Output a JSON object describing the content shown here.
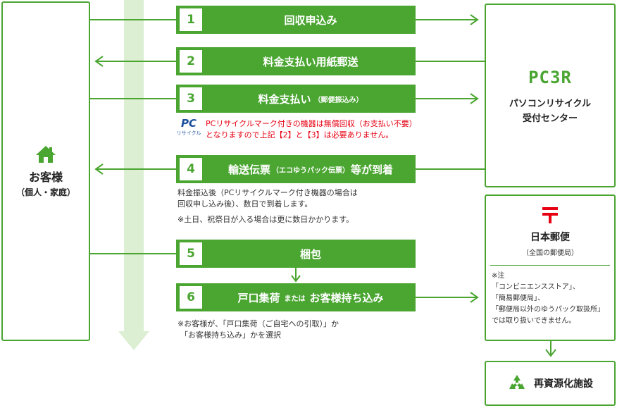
{
  "customer": {
    "title": "お客様",
    "subtitle": "（個人・家庭）"
  },
  "pc3r": {
    "logo": "PC3R",
    "line1": "パソコンリサイクル",
    "line2": "受付センター"
  },
  "post": {
    "title": "日本郵便",
    "subtitle": "（全国の郵便局）",
    "notes": [
      "※注",
      "「コンビニエンスストア」、",
      "「簡易郵便局」、",
      "「郵便局以外のゆうパック取扱所」",
      "では取り扱いできません。"
    ]
  },
  "recycle": {
    "label": "再資源化施設"
  },
  "steps": [
    {
      "num": "1",
      "label": "回収申込み"
    },
    {
      "num": "2",
      "label": "料金支払い用紙郵送"
    },
    {
      "num": "3",
      "label": "料金支払い",
      "label_small": "（郵便振込み）"
    },
    {
      "num": "4",
      "label": "輸送伝票",
      "label_small": "（エコゆうパック伝票）",
      "label_after": "等が到着"
    },
    {
      "num": "5",
      "label": "梱包"
    },
    {
      "num": "6",
      "label": "戸口集荷",
      "label_small": "または",
      "label_after": "お客様持ち込み"
    }
  ],
  "pc_mark": {
    "logo": "PC",
    "caption": "リサイクル"
  },
  "note3": [
    "PCリサイクルマーク付きの機器は無償回収（お支払い不要）",
    "となりますので上記【2】と【3】は必要ありません。"
  ],
  "note4": [
    "料金振込後（PCリサイクルマーク付き機器の場合は",
    "回収申し込み後）、数日で到着します。",
    "※土日、祝祭日が入る場合は更に数日かかります。"
  ],
  "note6": [
    "※お客様が、「戸口集荷（ご自宅への引取）」か",
    "「お客様持ち込み」かを選択"
  ],
  "colors": {
    "green": "#4aa531",
    "light_green": "#dcefd2",
    "red": "#e60012"
  }
}
